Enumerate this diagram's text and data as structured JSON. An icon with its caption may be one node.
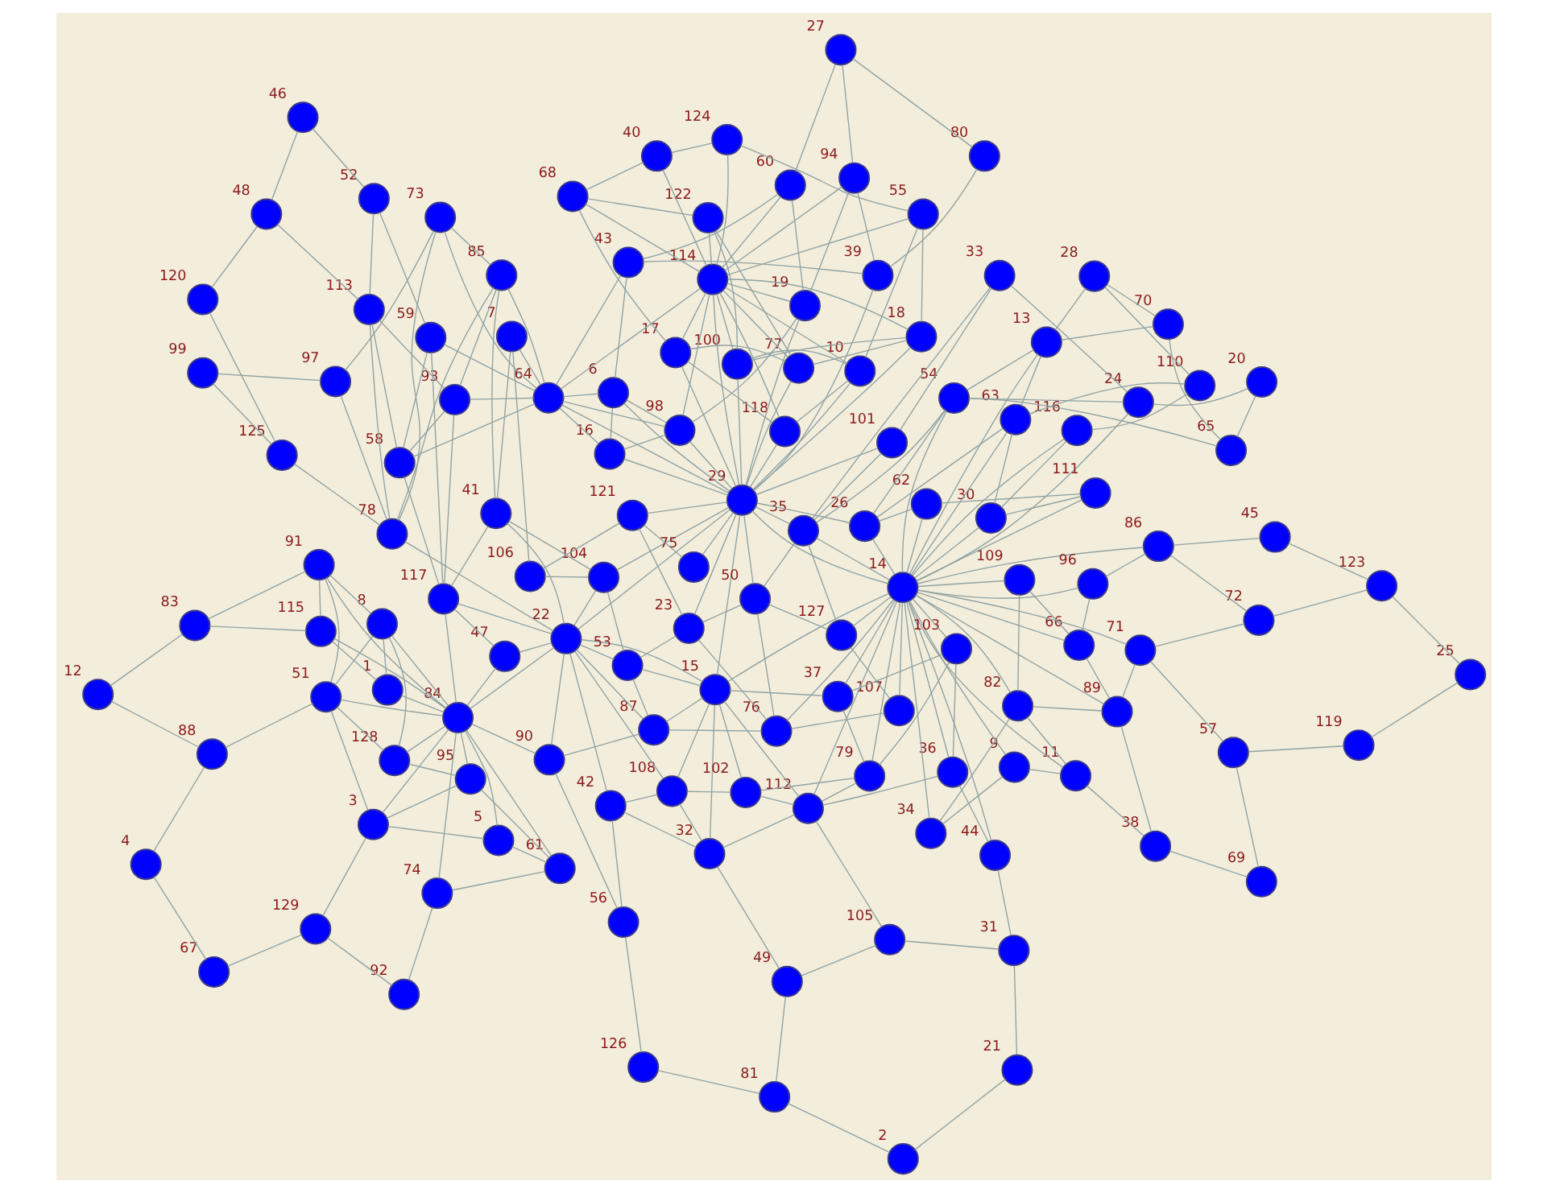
{
  "diagram": {
    "nodes": [
      {
        "text": [],
        "shape": "circle",
        "beside": [
          "1"
        ]
      },
      {
        "text": [],
        "shape": "circle",
        "beside": [
          "2"
        ]
      },
      {
        "text": [],
        "shape": "circle",
        "beside": [
          "3"
        ]
      },
      {
        "text": [],
        "shape": "circle",
        "beside": [
          "4"
        ]
      },
      {
        "text": [],
        "shape": "circle",
        "beside": [
          "5"
        ]
      },
      {
        "text": [],
        "shape": "circle",
        "beside": [
          "6"
        ]
      },
      {
        "text": [],
        "shape": "circle",
        "beside": [
          "7"
        ]
      },
      {
        "text": [],
        "shape": "circle",
        "beside": [
          "8"
        ]
      },
      {
        "text": [],
        "shape": "circle",
        "beside": [
          "9"
        ]
      },
      {
        "text": [],
        "shape": "circle",
        "beside": [
          "10"
        ]
      },
      {
        "text": [],
        "shape": "circle",
        "beside": [
          "11"
        ]
      },
      {
        "text": [],
        "shape": "circle",
        "beside": [
          "12"
        ]
      },
      {
        "text": [],
        "shape": "circle",
        "beside": [
          "13"
        ]
      },
      {
        "text": [],
        "shape": "circle",
        "beside": [
          "14"
        ]
      },
      {
        "text": [],
        "shape": "circle",
        "beside": [
          "15"
        ]
      },
      {
        "text": [],
        "shape": "circle",
        "beside": [
          "16"
        ]
      },
      {
        "text": [],
        "shape": "circle",
        "beside": [
          "17"
        ]
      },
      {
        "text": [],
        "shape": "circle",
        "beside": [
          "18"
        ]
      },
      {
        "text": [],
        "shape": "circle",
        "beside": [
          "19"
        ]
      },
      {
        "text": [],
        "shape": "circle",
        "beside": [
          "20"
        ]
      },
      {
        "text": [],
        "shape": "circle",
        "beside": [
          "21"
        ]
      },
      {
        "text": [],
        "shape": "circle",
        "beside": [
          "22"
        ]
      },
      {
        "text": [],
        "shape": "circle",
        "beside": [
          "23"
        ]
      },
      {
        "text": [],
        "shape": "circle",
        "beside": [
          "24"
        ]
      },
      {
        "text": [],
        "shape": "circle",
        "beside": [
          "25"
        ]
      },
      {
        "text": [],
        "shape": "circle",
        "beside": [
          "26"
        ]
      },
      {
        "text": [],
        "shape": "circle",
        "beside": [
          "27"
        ]
      },
      {
        "text": [],
        "shape": "circle",
        "beside": [
          "28"
        ]
      },
      {
        "text": [],
        "shape": "circle",
        "beside": [
          "29"
        ]
      },
      {
        "text": [],
        "shape": "circle",
        "beside": [
          "30"
        ]
      },
      {
        "text": [],
        "shape": "circle",
        "beside": [
          "31"
        ]
      },
      {
        "text": [],
        "shape": "circle",
        "beside": [
          "32"
        ]
      },
      {
        "text": [],
        "shape": "circle",
        "beside": [
          "33"
        ]
      },
      {
        "text": [],
        "shape": "circle",
        "beside": [
          "34"
        ]
      },
      {
        "text": [],
        "shape": "circle",
        "beside": [
          "35"
        ]
      },
      {
        "text": [],
        "shape": "circle",
        "beside": [
          "36"
        ]
      },
      {
        "text": [],
        "shape": "circle",
        "beside": [
          "37"
        ]
      },
      {
        "text": [],
        "shape": "circle",
        "beside": [
          "38"
        ]
      },
      {
        "text": [],
        "shape": "circle",
        "beside": [
          "39"
        ]
      },
      {
        "text": [],
        "shape": "circle",
        "beside": [
          "40"
        ]
      },
      {
        "text": [],
        "shape": "circle",
        "beside": [
          "41"
        ]
      },
      {
        "text": [],
        "shape": "circle",
        "beside": [
          "42"
        ]
      },
      {
        "text": [],
        "shape": "circle",
        "beside": [
          "43"
        ]
      },
      {
        "text": [],
        "shape": "circle",
        "beside": [
          "44"
        ]
      },
      {
        "text": [],
        "shape": "circle",
        "beside": [
          "45"
        ]
      },
      {
        "text": [],
        "shape": "circle",
        "beside": [
          "46"
        ]
      },
      {
        "text": [],
        "shape": "circle",
        "beside": [
          "47"
        ]
      },
      {
        "text": [],
        "shape": "circle",
        "beside": [
          "48"
        ]
      },
      {
        "text": [],
        "shape": "circle",
        "beside": [
          "49"
        ]
      },
      {
        "text": [],
        "shape": "circle",
        "beside": [
          "50"
        ]
      },
      {
        "text": [],
        "shape": "circle",
        "beside": [
          "51"
        ]
      },
      {
        "text": [],
        "shape": "circle",
        "beside": [
          "52"
        ]
      },
      {
        "text": [],
        "shape": "circle",
        "beside": [
          "53"
        ]
      },
      {
        "text": [],
        "shape": "circle",
        "beside": [
          "54"
        ]
      },
      {
        "text": [],
        "shape": "circle",
        "beside": [
          "55"
        ]
      },
      {
        "text": [],
        "shape": "circle",
        "beside": [
          "56"
        ]
      },
      {
        "text": [],
        "shape": "circle",
        "beside": [
          "57"
        ]
      },
      {
        "text": [],
        "shape": "circle",
        "beside": [
          "58"
        ]
      },
      {
        "text": [],
        "shape": "circle",
        "beside": [
          "59"
        ]
      },
      {
        "text": [],
        "shape": "circle",
        "beside": [
          "60"
        ]
      },
      {
        "text": [],
        "shape": "circle",
        "beside": [
          "61"
        ]
      },
      {
        "text": [],
        "shape": "circle",
        "beside": [
          "62"
        ]
      },
      {
        "text": [],
        "shape": "circle",
        "beside": [
          "63"
        ]
      },
      {
        "text": [],
        "shape": "circle",
        "beside": [
          "64"
        ]
      },
      {
        "text": [],
        "shape": "circle",
        "beside": [
          "65"
        ]
      },
      {
        "text": [],
        "shape": "circle",
        "beside": [
          "66"
        ]
      },
      {
        "text": [],
        "shape": "circle",
        "beside": [
          "67"
        ]
      },
      {
        "text": [],
        "shape": "circle",
        "beside": [
          "68"
        ]
      },
      {
        "text": [],
        "shape": "circle",
        "beside": [
          "69"
        ]
      },
      {
        "text": [],
        "shape": "circle",
        "beside": [
          "70"
        ]
      },
      {
        "text": [],
        "shape": "circle",
        "beside": [
          "71"
        ]
      },
      {
        "text": [],
        "shape": "circle",
        "beside": [
          "72"
        ]
      },
      {
        "text": [],
        "shape": "circle",
        "beside": [
          "73"
        ]
      },
      {
        "text": [],
        "shape": "circle",
        "beside": [
          "74"
        ]
      },
      {
        "text": [],
        "shape": "circle",
        "beside": [
          "75"
        ]
      },
      {
        "text": [],
        "shape": "circle",
        "beside": [
          "76"
        ]
      },
      {
        "text": [],
        "shape": "circle",
        "beside": [
          "77"
        ]
      },
      {
        "text": [],
        "shape": "circle",
        "beside": [
          "78"
        ]
      },
      {
        "text": [],
        "shape": "circle",
        "beside": [
          "79"
        ]
      },
      {
        "text": [],
        "shape": "circle",
        "beside": [
          "80"
        ]
      },
      {
        "text": [],
        "shape": "circle",
        "beside": [
          "81"
        ]
      },
      {
        "text": [],
        "shape": "circle",
        "beside": [
          "82"
        ]
      },
      {
        "text": [],
        "shape": "circle",
        "beside": [
          "83"
        ]
      },
      {
        "text": [],
        "shape": "circle",
        "beside": [
          "84"
        ]
      },
      {
        "text": [],
        "shape": "circle",
        "beside": [
          "85"
        ]
      },
      {
        "text": [],
        "shape": "circle",
        "beside": [
          "86"
        ]
      },
      {
        "text": [],
        "shape": "circle",
        "beside": [
          "87"
        ]
      },
      {
        "text": [],
        "shape": "circle",
        "beside": [
          "88"
        ]
      },
      {
        "text": [],
        "shape": "circle",
        "beside": [
          "89"
        ]
      },
      {
        "text": [],
        "shape": "circle",
        "beside": [
          "90"
        ]
      },
      {
        "text": [],
        "shape": "circle",
        "beside": [
          "91"
        ]
      },
      {
        "text": [],
        "shape": "circle",
        "beside": [
          "92"
        ]
      },
      {
        "text": [],
        "shape": "circle",
        "beside": [
          "93"
        ]
      },
      {
        "text": [],
        "shape": "circle",
        "beside": [
          "94"
        ]
      },
      {
        "text": [],
        "shape": "circle",
        "beside": [
          "95"
        ]
      },
      {
        "text": [],
        "shape": "circle",
        "beside": [
          "96"
        ]
      },
      {
        "text": [],
        "shape": "circle",
        "beside": [
          "97"
        ]
      },
      {
        "text": [],
        "shape": "circle",
        "beside": [
          "98"
        ]
      },
      {
        "text": [],
        "shape": "circle",
        "beside": [
          "99"
        ]
      },
      {
        "text": [],
        "shape": "circle",
        "beside": [
          "100"
        ]
      },
      {
        "text": [],
        "shape": "circle",
        "beside": [
          "101"
        ]
      },
      {
        "text": [],
        "shape": "circle",
        "beside": [
          "102"
        ]
      },
      {
        "text": [],
        "shape": "circle",
        "beside": [
          "103"
        ]
      },
      {
        "text": [],
        "shape": "circle",
        "beside": [
          "104"
        ]
      },
      {
        "text": [],
        "shape": "circle",
        "beside": [
          "105"
        ]
      },
      {
        "text": [],
        "shape": "circle",
        "beside": [
          "106"
        ]
      },
      {
        "text": [],
        "shape": "circle",
        "beside": [
          "107"
        ]
      },
      {
        "text": [],
        "shape": "circle",
        "beside": [
          "108"
        ]
      },
      {
        "text": [],
        "shape": "circle",
        "beside": [
          "109"
        ]
      },
      {
        "text": [],
        "shape": "circle",
        "beside": [
          "110"
        ]
      },
      {
        "text": [],
        "shape": "circle",
        "beside": [
          "111"
        ]
      },
      {
        "text": [],
        "shape": "circle",
        "beside": [
          "112"
        ]
      },
      {
        "text": [],
        "shape": "circle",
        "beside": [
          "113"
        ]
      },
      {
        "text": [],
        "shape": "circle",
        "beside": [
          "114"
        ]
      },
      {
        "text": [],
        "shape": "circle",
        "beside": [
          "115"
        ]
      },
      {
        "text": [],
        "shape": "circle",
        "beside": [
          "116"
        ]
      },
      {
        "text": [],
        "shape": "circle",
        "beside": [
          "117"
        ]
      },
      {
        "text": [],
        "shape": "circle",
        "beside": [
          "118"
        ]
      },
      {
        "text": [],
        "shape": "circle",
        "beside": [
          "119"
        ]
      },
      {
        "text": [],
        "shape": "circle",
        "beside": [
          "120"
        ]
      },
      {
        "text": [],
        "shape": "circle",
        "beside": [
          "121"
        ]
      },
      {
        "text": [],
        "shape": "circle",
        "beside": [
          "122"
        ]
      },
      {
        "text": [],
        "shape": "circle",
        "beside": [
          "123"
        ]
      },
      {
        "text": [],
        "shape": "circle",
        "beside": [
          "124"
        ]
      },
      {
        "text": [],
        "shape": "circle",
        "beside": [
          "125"
        ]
      },
      {
        "text": [],
        "shape": "circle",
        "beside": [
          "126"
        ]
      },
      {
        "text": [],
        "shape": "circle",
        "beside": [
          "127"
        ]
      },
      {
        "text": [],
        "shape": "circle",
        "beside": [
          "128"
        ]
      },
      {
        "text": [],
        "shape": "circle",
        "beside": [
          "129"
        ]
      }
    ],
    "edges": [
      {
        "from": 99,
        "to": 121,
        "arrow": "none"
      },
      {
        "from": 121,
        "to": 67,
        "arrow": "none"
      },
      {
        "from": 67,
        "to": 39,
        "arrow": "none"
      },
      {
        "from": 39,
        "to": 123,
        "arrow": "none"
      },
      {
        "from": 123,
        "to": 54,
        "arrow": "none"
      },
      {
        "from": 54,
        "to": 17,
        "arrow": "none"
      },
      {
        "from": 17,
        "to": 76,
        "arrow": "none"
      },
      {
        "from": 76,
        "to": 16,
        "arrow": "none"
      },
      {
        "from": 16,
        "to": 117,
        "arrow": "none"
      },
      {
        "from": 117,
        "to": 9,
        "arrow": "none"
      },
      {
        "from": 9,
        "to": 99,
        "arrow": "none"
      },
      {
        "from": 99,
        "to": 17,
        "arrow": "none"
      },
      {
        "from": 121,
        "to": 76,
        "arrow": "none"
      },
      {
        "from": 9,
        "to": 54,
        "arrow": "none"
      },
      {
        "from": 67,
        "to": 16,
        "arrow": "none"
      },
      {
        "from": 113,
        "to": 99,
        "arrow": "none"
      },
      {
        "from": 113,
        "to": 121,
        "arrow": "none"
      },
      {
        "from": 113,
        "to": 67,
        "arrow": "none"
      },
      {
        "from": 113,
        "to": 39,
        "arrow": "none"
      },
      {
        "from": 113,
        "to": 123,
        "arrow": "none"
      },
      {
        "from": 113,
        "to": 54,
        "arrow": "none"
      },
      {
        "from": 113,
        "to": 9,
        "arrow": "none"
      },
      {
        "from": 113,
        "to": 117,
        "arrow": "none"
      },
      {
        "from": 113,
        "to": 16,
        "arrow": "none"
      },
      {
        "from": 113,
        "to": 76,
        "arrow": "none"
      },
      {
        "from": 113,
        "to": 17,
        "arrow": "none"
      },
      {
        "from": 28,
        "to": 99,
        "arrow": "none"
      },
      {
        "from": 28,
        "to": 9,
        "arrow": "none"
      },
      {
        "from": 28,
        "to": 117,
        "arrow": "none"
      },
      {
        "from": 28,
        "to": 16,
        "arrow": "none"
      },
      {
        "from": 28,
        "to": 76,
        "arrow": "none"
      },
      {
        "from": 28,
        "to": 17,
        "arrow": "none"
      },
      {
        "from": 113,
        "to": 28,
        "arrow": "none"
      },
      {
        "from": 113,
        "to": 63,
        "arrow": "none"
      },
      {
        "from": 93,
        "to": 26,
        "arrow": "none"
      },
      {
        "from": 26,
        "to": 79,
        "arrow": "none"
      },
      {
        "from": 79,
        "to": 38,
        "arrow": "none"
      },
      {
        "from": 38,
        "to": 42,
        "arrow": "none"
      },
      {
        "from": 42,
        "to": 5,
        "arrow": "none"
      },
      {
        "from": 5,
        "to": 15,
        "arrow": "none"
      },
      {
        "from": 15,
        "to": 97,
        "arrow": "none"
      },
      {
        "from": 97,
        "to": 18,
        "arrow": "none"
      },
      {
        "from": 18,
        "to": 93,
        "arrow": "none"
      },
      {
        "from": 18,
        "to": 59,
        "arrow": "none"
      },
      {
        "from": 59,
        "to": 42,
        "arrow": "none"
      },
      {
        "from": 93,
        "to": 38,
        "arrow": "none"
      },
      {
        "from": 97,
        "to": 5,
        "arrow": "none"
      },
      {
        "from": 26,
        "to": 59,
        "arrow": "none"
      },
      {
        "from": 113,
        "to": 93,
        "arrow": "none"
      },
      {
        "from": 113,
        "to": 18,
        "arrow": "none"
      },
      {
        "from": 113,
        "to": 97,
        "arrow": "none"
      },
      {
        "from": 113,
        "to": 59,
        "arrow": "none"
      },
      {
        "from": 63,
        "to": 15,
        "arrow": "none"
      },
      {
        "from": 63,
        "to": 5,
        "arrow": "none"
      },
      {
        "from": 63,
        "to": 42,
        "arrow": "none"
      },
      {
        "from": 63,
        "to": 97,
        "arrow": "none"
      },
      {
        "from": 28,
        "to": 97,
        "arrow": "none"
      },
      {
        "from": 28,
        "to": 15,
        "arrow": "none"
      },
      {
        "from": 28,
        "to": 18,
        "arrow": "none"
      },
      {
        "from": 28,
        "to": 38,
        "arrow": "none"
      },
      {
        "from": 28,
        "to": 5,
        "arrow": "none"
      },
      {
        "from": 69,
        "to": 64,
        "arrow": "none"
      },
      {
        "from": 64,
        "to": 19,
        "arrow": "none"
      },
      {
        "from": 19,
        "to": 23,
        "arrow": "none"
      },
      {
        "from": 23,
        "to": 53,
        "arrow": "none"
      },
      {
        "from": 53,
        "to": 25,
        "arrow": "none"
      },
      {
        "from": 25,
        "to": 61,
        "arrow": "none"
      },
      {
        "from": 61,
        "to": 110,
        "arrow": "none"
      },
      {
        "from": 110,
        "to": 29,
        "arrow": "none"
      },
      {
        "from": 29,
        "to": 115,
        "arrow": "none"
      },
      {
        "from": 115,
        "to": 109,
        "arrow": "none"
      },
      {
        "from": 109,
        "to": 27,
        "arrow": "none"
      },
      {
        "from": 27,
        "to": 69,
        "arrow": "none"
      },
      {
        "from": 12,
        "to": 62,
        "arrow": "none"
      },
      {
        "from": 12,
        "to": 69,
        "arrow": "none"
      },
      {
        "from": 12,
        "to": 53,
        "arrow": "none"
      },
      {
        "from": 62,
        "to": 29,
        "arrow": "none"
      },
      {
        "from": 62,
        "to": 25,
        "arrow": "none"
      },
      {
        "from": 27,
        "to": 12,
        "arrow": "none"
      },
      {
        "from": 64,
        "to": 53,
        "arrow": "none"
      },
      {
        "from": 109,
        "to": 62,
        "arrow": "none"
      },
      {
        "from": 13,
        "to": 110,
        "arrow": "none"
      },
      {
        "from": 13,
        "to": 61,
        "arrow": "none"
      },
      {
        "from": 13,
        "to": 25,
        "arrow": "none"
      },
      {
        "from": 13,
        "to": 53,
        "arrow": "none"
      },
      {
        "from": 13,
        "to": 29,
        "arrow": "none"
      },
      {
        "from": 13,
        "to": 62,
        "arrow": "none"
      },
      {
        "from": 13,
        "to": 12,
        "arrow": "none"
      },
      {
        "from": 13,
        "to": 115,
        "arrow": "none"
      },
      {
        "from": 13,
        "to": 23,
        "arrow": "none"
      },
      {
        "from": 23,
        "to": 32,
        "arrow": "none"
      },
      {
        "from": 53,
        "to": 34,
        "arrow": "none"
      },
      {
        "from": 25,
        "to": 28,
        "arrow": "none"
      },
      {
        "from": 10,
        "to": 81,
        "arrow": "none"
      },
      {
        "from": 81,
        "to": 108,
        "arrow": "none"
      },
      {
        "from": 108,
        "to": 65,
        "arrow": "none"
      },
      {
        "from": 65,
        "to": 95,
        "arrow": "none"
      },
      {
        "from": 95,
        "to": 85,
        "arrow": "none"
      },
      {
        "from": 85,
        "to": 44,
        "arrow": "none"
      },
      {
        "from": 44,
        "to": 122,
        "arrow": "none"
      },
      {
        "from": 122,
        "to": 24,
        "arrow": "none"
      },
      {
        "from": 24,
        "to": 118,
        "arrow": "none"
      },
      {
        "from": 118,
        "to": 56,
        "arrow": "none"
      },
      {
        "from": 56,
        "to": 68,
        "arrow": "none"
      },
      {
        "from": 68,
        "to": 37,
        "arrow": "none"
      },
      {
        "from": 37,
        "to": 10,
        "arrow": "none"
      },
      {
        "from": 88,
        "to": 70,
        "arrow": "none"
      },
      {
        "from": 70,
        "to": 71,
        "arrow": "none"
      },
      {
        "from": 88,
        "to": 81,
        "arrow": "none"
      },
      {
        "from": 70,
        "to": 56,
        "arrow": "none"
      },
      {
        "from": 71,
        "to": 85,
        "arrow": "none"
      },
      {
        "from": 88,
        "to": 65,
        "arrow": "none"
      },
      {
        "from": 71,
        "to": 122,
        "arrow": "none"
      },
      {
        "from": 37,
        "to": 88,
        "arrow": "none"
      },
      {
        "from": 13,
        "to": 81,
        "arrow": "none"
      },
      {
        "from": 13,
        "to": 108,
        "arrow": "none"
      },
      {
        "from": 13,
        "to": 65,
        "arrow": "none"
      },
      {
        "from": 13,
        "to": 95,
        "arrow": "none"
      },
      {
        "from": 13,
        "to": 85,
        "arrow": "none"
      },
      {
        "from": 13,
        "to": 88,
        "arrow": "none"
      },
      {
        "from": 13,
        "to": 70,
        "arrow": "none"
      },
      {
        "from": 13,
        "to": 10,
        "arrow": "none"
      },
      {
        "from": 8,
        "to": 10,
        "arrow": "none"
      },
      {
        "from": 8,
        "to": 13,
        "arrow": "none"
      },
      {
        "from": 33,
        "to": 8,
        "arrow": "none"
      },
      {
        "from": 33,
        "to": 13,
        "arrow": "none"
      },
      {
        "from": 33,
        "to": 81,
        "arrow": "none"
      },
      {
        "from": 32,
        "to": 100,
        "arrow": "none"
      },
      {
        "from": 32,
        "to": 34,
        "arrow": "none"
      },
      {
        "from": 100,
        "to": 28,
        "arrow": "none"
      },
      {
        "from": 34,
        "to": 28,
        "arrow": "none"
      },
      {
        "from": 34,
        "to": 49,
        "arrow": "none"
      },
      {
        "from": 34,
        "to": 126,
        "arrow": "none"
      },
      {
        "from": 126,
        "to": 106,
        "arrow": "none"
      },
      {
        "from": 106,
        "to": 75,
        "arrow": "none"
      },
      {
        "from": 75,
        "to": 22,
        "arrow": "none"
      },
      {
        "from": 22,
        "to": 120,
        "arrow": "none"
      },
      {
        "from": 120,
        "to": 74,
        "arrow": "none"
      },
      {
        "from": 74,
        "to": 28,
        "arrow": "none"
      },
      {
        "from": 49,
        "to": 28,
        "arrow": "none"
      },
      {
        "from": 49,
        "to": 75,
        "arrow": "none"
      },
      {
        "from": 49,
        "to": 22,
        "arrow": "none"
      },
      {
        "from": 28,
        "to": 22,
        "arrow": "none"
      },
      {
        "from": 28,
        "to": 120,
        "arrow": "none"
      },
      {
        "from": 100,
        "to": 34,
        "arrow": "none"
      },
      {
        "from": 126,
        "to": 49,
        "arrow": "none"
      },
      {
        "from": 13,
        "to": 34,
        "arrow": "none"
      },
      {
        "from": 13,
        "to": 126,
        "arrow": "none"
      },
      {
        "from": 13,
        "to": 106,
        "arrow": "none"
      },
      {
        "from": 13,
        "to": 75,
        "arrow": "none"
      },
      {
        "from": 13,
        "to": 28,
        "arrow": "none"
      },
      {
        "from": 52,
        "to": 103,
        "arrow": "none"
      },
      {
        "from": 103,
        "to": 105,
        "arrow": "none"
      },
      {
        "from": 105,
        "to": 6,
        "arrow": "none"
      },
      {
        "from": 6,
        "to": 40,
        "arrow": "none"
      },
      {
        "from": 40,
        "to": 116,
        "arrow": "none"
      },
      {
        "from": 116,
        "to": 46,
        "arrow": "none"
      },
      {
        "from": 46,
        "to": 21,
        "arrow": "none"
      },
      {
        "from": 21,
        "to": 89,
        "arrow": "none"
      },
      {
        "from": 89,
        "to": 86,
        "arrow": "none"
      },
      {
        "from": 86,
        "to": 52,
        "arrow": "none"
      },
      {
        "from": 21,
        "to": 52,
        "arrow": "none"
      },
      {
        "from": 21,
        "to": 103,
        "arrow": "none"
      },
      {
        "from": 21,
        "to": 40,
        "arrow": "none"
      },
      {
        "from": 21,
        "to": 116,
        "arrow": "none"
      },
      {
        "from": 21,
        "to": 86,
        "arrow": "none"
      },
      {
        "from": 103,
        "to": 40,
        "arrow": "none"
      },
      {
        "from": 14,
        "to": 52,
        "arrow": "none"
      },
      {
        "from": 14,
        "to": 86,
        "arrow": "none"
      },
      {
        "from": 14,
        "to": 21,
        "arrow": "none"
      },
      {
        "from": 14,
        "to": 36,
        "arrow": "none"
      },
      {
        "from": 36,
        "to": 13,
        "arrow": "none"
      },
      {
        "from": 14,
        "to": 13,
        "arrow": "none"
      },
      {
        "from": 14,
        "to": 28,
        "arrow": "none"
      },
      {
        "from": 6,
        "to": 63,
        "arrow": "none"
      },
      {
        "from": 28,
        "to": 103,
        "arrow": "none"
      },
      {
        "from": 28,
        "to": 21,
        "arrow": "none"
      },
      {
        "from": 22,
        "to": 52,
        "arrow": "none"
      },
      {
        "from": 75,
        "to": 86,
        "arrow": "none"
      },
      {
        "from": 120,
        "to": 105,
        "arrow": "none"
      },
      {
        "from": 72,
        "to": 96,
        "arrow": "none"
      },
      {
        "from": 96,
        "to": 98,
        "arrow": "none"
      },
      {
        "from": 98,
        "to": 124,
        "arrow": "none"
      },
      {
        "from": 124,
        "to": 119,
        "arrow": "none"
      },
      {
        "from": 119,
        "to": 47,
        "arrow": "none"
      },
      {
        "from": 47,
        "to": 45,
        "arrow": "none"
      },
      {
        "from": 45,
        "to": 51,
        "arrow": "none"
      },
      {
        "from": 51,
        "to": 58,
        "arrow": "none"
      },
      {
        "from": 58,
        "to": 57,
        "arrow": "none"
      },
      {
        "from": 57,
        "to": 92,
        "arrow": "none"
      },
      {
        "from": 92,
        "to": 84,
        "arrow": "none"
      },
      {
        "from": 84,
        "to": 72,
        "arrow": "none"
      },
      {
        "from": 77,
        "to": 72,
        "arrow": "none"
      },
      {
        "from": 77,
        "to": 112,
        "arrow": "none"
      },
      {
        "from": 112,
        "to": 57,
        "arrow": "none"
      },
      {
        "from": 112,
        "to": 47,
        "arrow": "none"
      },
      {
        "from": 77,
        "to": 124,
        "arrow": "none"
      },
      {
        "from": 92,
        "to": 112,
        "arrow": "none"
      },
      {
        "from": 84,
        "to": 77,
        "arrow": "none"
      },
      {
        "from": 96,
        "to": 77,
        "arrow": "none"
      },
      {
        "from": 51,
        "to": 112,
        "arrow": "none"
      },
      {
        "from": 63,
        "to": 72,
        "arrow": "none"
      },
      {
        "from": 63,
        "to": 84,
        "arrow": "none"
      },
      {
        "from": 63,
        "to": 92,
        "arrow": "none"
      },
      {
        "from": 63,
        "to": 57,
        "arrow": "none"
      },
      {
        "from": 63,
        "to": 58,
        "arrow": "none"
      },
      {
        "from": 116,
        "to": 57,
        "arrow": "none"
      },
      {
        "from": 116,
        "to": 58,
        "arrow": "none"
      },
      {
        "from": 116,
        "to": 92,
        "arrow": "none"
      },
      {
        "from": 40,
        "to": 84,
        "arrow": "none"
      },
      {
        "from": 21,
        "to": 77,
        "arrow": "none"
      },
      {
        "from": 102,
        "to": 35,
        "arrow": "none"
      },
      {
        "from": 35,
        "to": 43,
        "arrow": "none"
      },
      {
        "from": 43,
        "to": 30,
        "arrow": "none"
      },
      {
        "from": 30,
        "to": 20,
        "arrow": "none"
      },
      {
        "from": 20,
        "to": 1,
        "arrow": "none"
      },
      {
        "from": 1,
        "to": 80,
        "arrow": "none"
      },
      {
        "from": 80,
        "to": 125,
        "arrow": "none"
      },
      {
        "from": 125,
        "to": 55,
        "arrow": "none"
      },
      {
        "from": 55,
        "to": 41,
        "arrow": "none"
      },
      {
        "from": 41,
        "to": 107,
        "arrow": "none"
      },
      {
        "from": 107,
        "to": 101,
        "arrow": "none"
      },
      {
        "from": 101,
        "to": 78,
        "arrow": "none"
      },
      {
        "from": 78,
        "to": 102,
        "arrow": "none"
      },
      {
        "from": 111,
        "to": 78,
        "arrow": "none"
      },
      {
        "from": 111,
        "to": 35,
        "arrow": "none"
      },
      {
        "from": 111,
        "to": 104,
        "arrow": "none"
      },
      {
        "from": 111,
        "to": 31,
        "arrow": "none"
      },
      {
        "from": 104,
        "to": 48,
        "arrow": "none"
      },
      {
        "from": 48,
        "to": 31,
        "arrow": "none"
      },
      {
        "from": 31,
        "to": 41,
        "arrow": "none"
      },
      {
        "from": 104,
        "to": 30,
        "arrow": "none"
      },
      {
        "from": 48,
        "to": 80,
        "arrow": "none"
      },
      {
        "from": 111,
        "to": 101,
        "arrow": "none"
      },
      {
        "from": 31,
        "to": 107,
        "arrow": "none"
      },
      {
        "from": 13,
        "to": 102,
        "arrow": "none"
      },
      {
        "from": 13,
        "to": 78,
        "arrow": "none"
      },
      {
        "from": 13,
        "to": 35,
        "arrow": "none"
      },
      {
        "from": 13,
        "to": 111,
        "arrow": "none"
      },
      {
        "from": 13,
        "to": 43,
        "arrow": "none"
      },
      {
        "from": 14,
        "to": 101,
        "arrow": "none"
      },
      {
        "from": 14,
        "to": 107,
        "arrow": "none"
      },
      {
        "from": 14,
        "to": 111,
        "arrow": "none"
      },
      {
        "from": 14,
        "to": 31,
        "arrow": "none"
      },
      {
        "from": 36,
        "to": 102,
        "arrow": "none"
      },
      {
        "from": 36,
        "to": 78,
        "arrow": "none"
      },
      {
        "from": 21,
        "to": 41,
        "arrow": "none"
      },
      {
        "from": 21,
        "to": 107,
        "arrow": "none"
      },
      {
        "from": 89,
        "to": 55,
        "arrow": "none"
      },
      {
        "from": 0,
        "to": 7,
        "arrow": "none"
      },
      {
        "from": 7,
        "to": 127,
        "arrow": "none"
      },
      {
        "from": 127,
        "to": 94,
        "arrow": "none"
      },
      {
        "from": 94,
        "to": 60,
        "arrow": "none"
      },
      {
        "from": 60,
        "to": 73,
        "arrow": "none"
      },
      {
        "from": 73,
        "to": 91,
        "arrow": "none"
      },
      {
        "from": 91,
        "to": 128,
        "arrow": "none"
      },
      {
        "from": 128,
        "to": 66,
        "arrow": "none"
      },
      {
        "from": 66,
        "to": 3,
        "arrow": "none"
      },
      {
        "from": 3,
        "to": 87,
        "arrow": "none"
      },
      {
        "from": 87,
        "to": 11,
        "arrow": "none"
      },
      {
        "from": 11,
        "to": 82,
        "arrow": "none"
      },
      {
        "from": 82,
        "to": 114,
        "arrow": "none"
      },
      {
        "from": 114,
        "to": 0,
        "arrow": "none"
      },
      {
        "from": 90,
        "to": 50,
        "arrow": "none"
      },
      {
        "from": 50,
        "to": 2,
        "arrow": "none"
      },
      {
        "from": 2,
        "to": 4,
        "arrow": "none"
      },
      {
        "from": 4,
        "to": 60,
        "arrow": "none"
      },
      {
        "from": 90,
        "to": 7,
        "arrow": "none"
      },
      {
        "from": 50,
        "to": 127,
        "arrow": "none"
      },
      {
        "from": 2,
        "to": 94,
        "arrow": "none"
      },
      {
        "from": 90,
        "to": 82,
        "arrow": "none"
      },
      {
        "from": 50,
        "to": 87,
        "arrow": "none"
      },
      {
        "from": 2,
        "to": 128,
        "arrow": "none"
      },
      {
        "from": 114,
        "to": 90,
        "arrow": "none"
      },
      {
        "from": 7,
        "to": 50,
        "arrow": "none"
      },
      {
        "from": 83,
        "to": 0,
        "arrow": "none"
      },
      {
        "from": 83,
        "to": 7,
        "arrow": "none"
      },
      {
        "from": 83,
        "to": 127,
        "arrow": "none"
      },
      {
        "from": 83,
        "to": 94,
        "arrow": "none"
      },
      {
        "from": 83,
        "to": 60,
        "arrow": "none"
      },
      {
        "from": 83,
        "to": 73,
        "arrow": "none"
      },
      {
        "from": 83,
        "to": 114,
        "arrow": "none"
      },
      {
        "from": 83,
        "to": 90,
        "arrow": "none"
      },
      {
        "from": 83,
        "to": 50,
        "arrow": "none"
      },
      {
        "from": 83,
        "to": 4,
        "arrow": "none"
      },
      {
        "from": 83,
        "to": 2,
        "arrow": "none"
      },
      {
        "from": 83,
        "to": 21,
        "arrow": "none"
      },
      {
        "from": 83,
        "to": 89,
        "arrow": "none"
      },
      {
        "from": 83,
        "to": 116,
        "arrow": "none"
      },
      {
        "from": 83,
        "to": 46,
        "arrow": "none"
      },
      {
        "from": 63,
        "to": 28,
        "arrow": "none"
      }
    ]
  }
}
